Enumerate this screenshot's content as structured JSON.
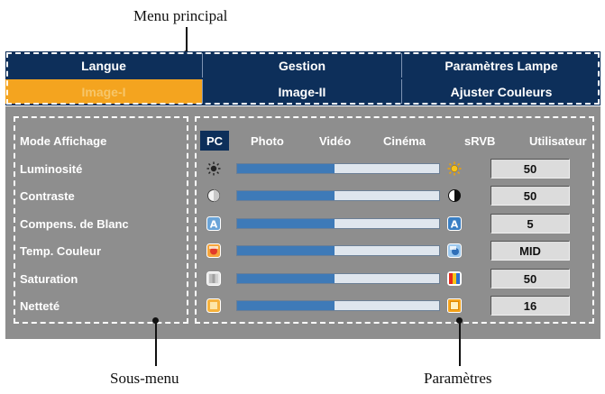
{
  "callouts": {
    "main_menu": "Menu principal",
    "submenu": "Sous-menu",
    "parameters": "Paramètres"
  },
  "main_menu": {
    "row1": [
      "Langue",
      "Gestion",
      "Paramètres Lampe"
    ],
    "row2": [
      "Image-I",
      "Image-II",
      "Ajuster Couleurs"
    ],
    "active": "Image-I"
  },
  "submenu": {
    "items": [
      "Mode Affichage",
      "Luminosité",
      "Contraste",
      "Compens. de Blanc",
      "Temp. Couleur",
      "Saturation",
      "Netteté"
    ]
  },
  "display_modes": {
    "options": [
      "PC",
      "Photo",
      "Vidéo",
      "Cinéma",
      "sRVB",
      "Utilisateur"
    ],
    "selected": "PC"
  },
  "settings": [
    {
      "name": "Luminosité",
      "value": "50",
      "level": 0.48,
      "icon_left": "sun-dim-icon",
      "icon_right": "sun-bright-icon"
    },
    {
      "name": "Contraste",
      "value": "50",
      "level": 0.48,
      "icon_left": "contrast-low-icon",
      "icon_right": "contrast-high-icon"
    },
    {
      "name": "Compens. de Blanc",
      "value": "5",
      "level": 0.48,
      "icon_left": "white-balance-low-icon",
      "icon_right": "white-balance-high-icon"
    },
    {
      "name": "Temp. Couleur",
      "value": "MID",
      "level": 0.48,
      "icon_left": "color-temp-warm-icon",
      "icon_right": "color-temp-cool-icon"
    },
    {
      "name": "Saturation",
      "value": "50",
      "level": 0.48,
      "icon_left": "saturation-low-icon",
      "icon_right": "saturation-high-icon"
    },
    {
      "name": "Netteté",
      "value": "16",
      "level": 0.48,
      "icon_left": "sharpness-low-icon",
      "icon_right": "sharpness-high-icon"
    }
  ],
  "colors": {
    "menu_bg": "#0d2f5a",
    "active_tab": "#f4a41f",
    "panel_bg": "#8e8e8e",
    "slider_fill": "#3e7ab8"
  }
}
